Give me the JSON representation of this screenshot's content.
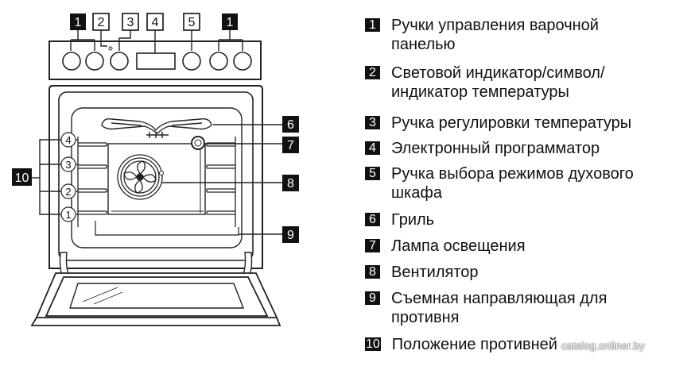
{
  "callout_numbers": {
    "n1a": "1",
    "n2": "2",
    "n3": "3",
    "n4": "4",
    "n5": "5",
    "n1b": "1",
    "n6": "6",
    "n7": "7",
    "n8": "8",
    "n9": "9",
    "n10": "10"
  },
  "shelf_positions": [
    "4",
    "3",
    "2",
    "1"
  ],
  "legend": [
    {
      "num": "1",
      "text": "Ручки управления варочной панелью"
    },
    {
      "num": "2",
      "text": "Световой индикатор/символ/ индикатор температуры"
    },
    {
      "num": "3",
      "text": "Ручка регулировки температуры"
    },
    {
      "num": "4",
      "text": "Электронный программатор"
    },
    {
      "num": "5",
      "text": "Ручка выбора режимов духового шкафа"
    },
    {
      "num": "6",
      "text": "Гриль"
    },
    {
      "num": "7",
      "text": "Лампа освещения"
    },
    {
      "num": "8",
      "text": "Вентилятор"
    },
    {
      "num": "9",
      "text": "Съемная направляющая для противня"
    },
    {
      "num": "10",
      "text": "Положение противней"
    }
  ],
  "watermark": "catalog.onliner.by"
}
